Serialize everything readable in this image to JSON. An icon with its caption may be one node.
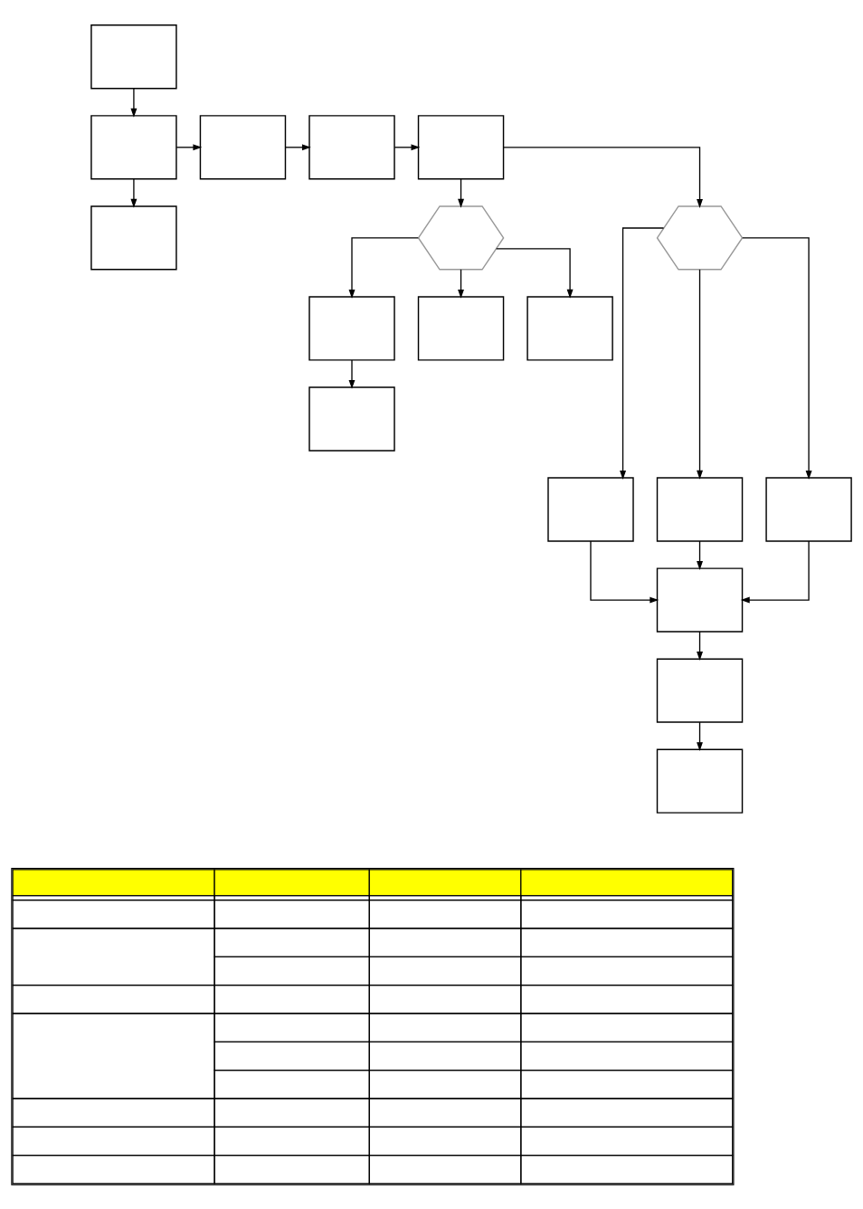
{
  "diagram": {
    "nodes": [
      {
        "text": [],
        "shape": "box"
      },
      {
        "text": [],
        "shape": "box"
      },
      {
        "text": [],
        "shape": "box"
      },
      {
        "text": [],
        "shape": "box"
      },
      {
        "text": [],
        "shape": "box"
      },
      {
        "text": [],
        "shape": "box"
      },
      {
        "text": [],
        "shape": "hexagon"
      },
      {
        "text": [],
        "shape": "hexagon"
      },
      {
        "text": [],
        "shape": "box"
      },
      {
        "text": [],
        "shape": "box"
      },
      {
        "text": [],
        "shape": "box"
      },
      {
        "text": [],
        "shape": "box"
      },
      {
        "text": [],
        "shape": "box"
      },
      {
        "text": [],
        "shape": "box"
      },
      {
        "text": [],
        "shape": "box"
      },
      {
        "text": [],
        "shape": "box"
      },
      {
        "text": [],
        "shape": "box"
      },
      {
        "text": [],
        "shape": "box"
      },
      {
        "text": [],
        "shape": "table"
      }
    ],
    "edges": [
      {
        "from": 0,
        "to": 1,
        "arrow": "to"
      },
      {
        "from": 1,
        "to": 2,
        "arrow": "to"
      },
      {
        "from": 2,
        "to": 3,
        "arrow": "to"
      },
      {
        "from": 3,
        "to": 4,
        "arrow": "to"
      },
      {
        "from": 1,
        "to": 5,
        "arrow": "to"
      },
      {
        "from": 4,
        "to": 6,
        "arrow": "to"
      },
      {
        "from": 4,
        "to": 7,
        "arrow": "to"
      },
      {
        "from": 6,
        "to": 8,
        "arrow": "to"
      },
      {
        "from": 6,
        "to": 9,
        "arrow": "to"
      },
      {
        "from": 6,
        "to": 10,
        "arrow": "to"
      },
      {
        "from": 8,
        "to": 11,
        "arrow": "to"
      },
      {
        "from": 7,
        "to": 12,
        "arrow": "to"
      },
      {
        "from": 7,
        "to": 13,
        "arrow": "to"
      },
      {
        "from": 7,
        "to": 14,
        "arrow": "to"
      },
      {
        "from": 12,
        "to": 15,
        "arrow": "to"
      },
      {
        "from": 13,
        "to": 15,
        "arrow": "to"
      },
      {
        "from": 14,
        "to": 15,
        "arrow": "to"
      },
      {
        "from": 15,
        "to": 16,
        "arrow": "to"
      },
      {
        "from": 16,
        "to": 17,
        "arrow": "to"
      }
    ]
  }
}
